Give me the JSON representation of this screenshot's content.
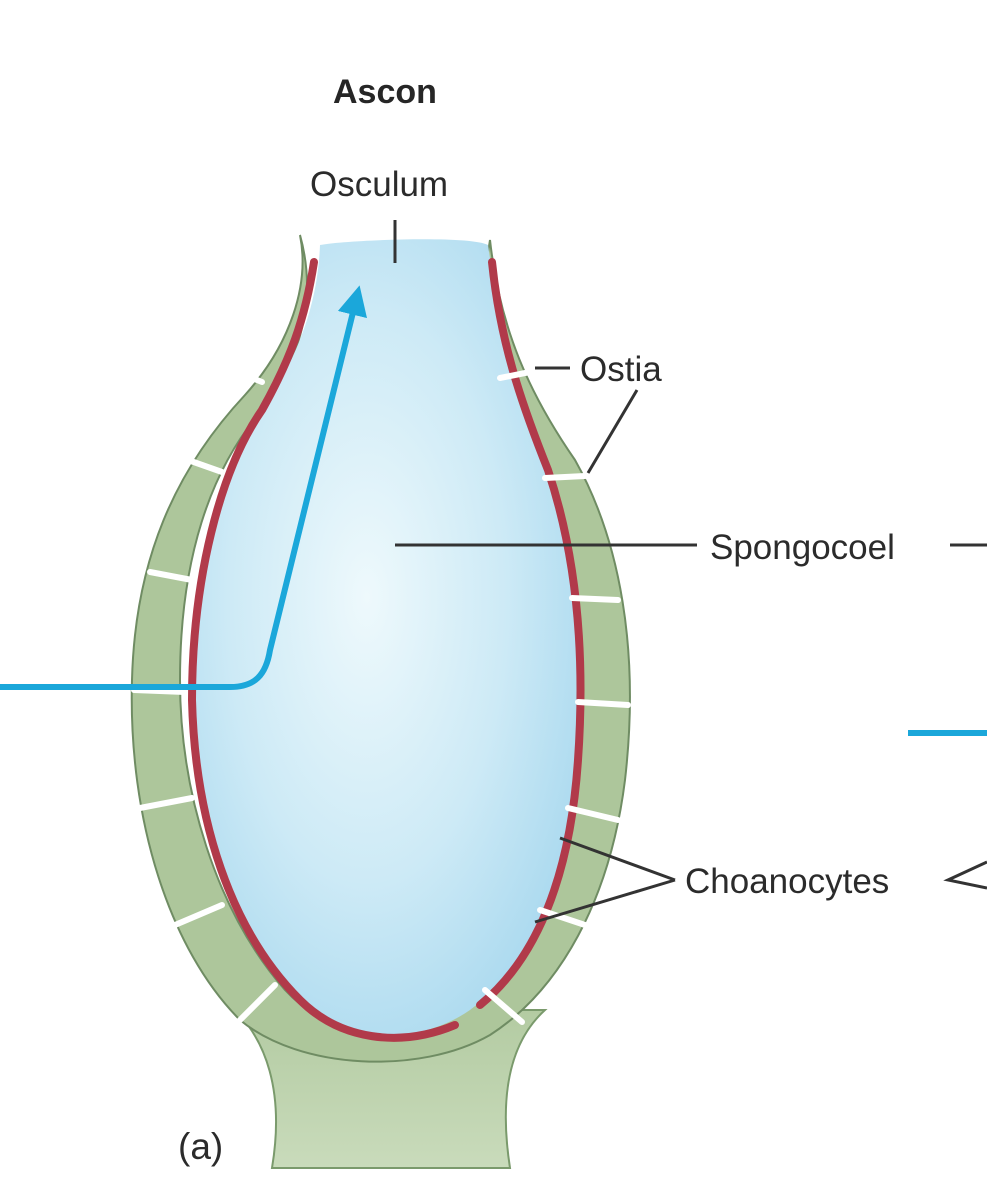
{
  "title": "Ascon",
  "labels": {
    "osculum": "Osculum",
    "ostia": "Ostia",
    "spongocoel": "Spongocoel",
    "choanocytes": "Choanocytes"
  },
  "panel_label": "(a)",
  "colors": {
    "cell_fill": "#adc69b",
    "cell_outline": "#6f8c63",
    "choanocyte_layer": "#b13a4a",
    "spongocoel_center": "#eaf7fb",
    "spongocoel_edge": "#a9d9ef",
    "flow_arrow": "#1ba7da",
    "leader_line": "#333333",
    "text": "#2b2b2b"
  }
}
